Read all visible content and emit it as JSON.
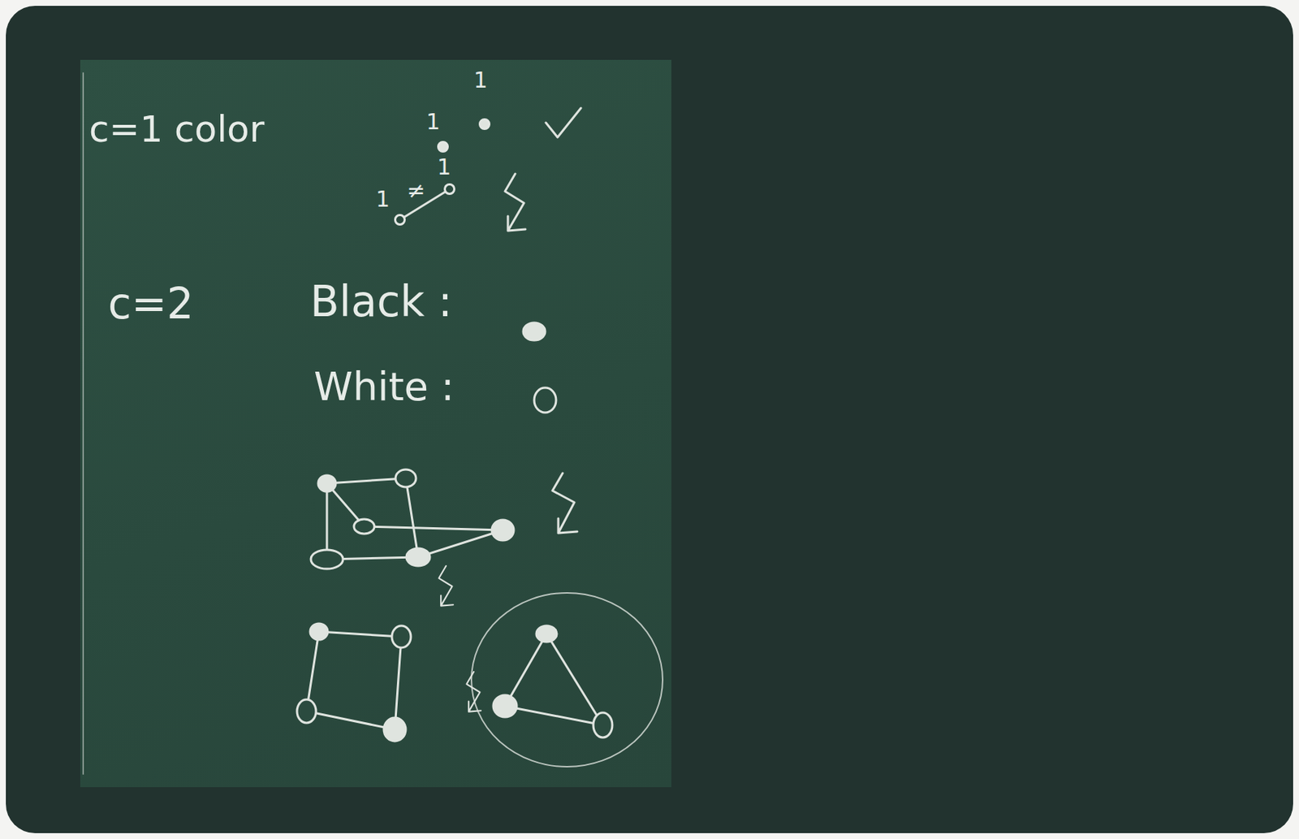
{
  "diagram": {
    "nodes": [
      {
        "text": [
          "1"
        ]
      },
      {
        "text": [
          "1"
        ]
      },
      {
        "text": [
          "1"
        ]
      },
      {
        "text": [
          "1"
        ]
      }
    ],
    "edges": [
      {
        "from": 2,
        "to": 3,
        "arrow": "none",
        "label": "≠"
      }
    ],
    "labels": [
      "c=1 color",
      "c=2",
      "Black :",
      "White :"
    ]
  }
}
